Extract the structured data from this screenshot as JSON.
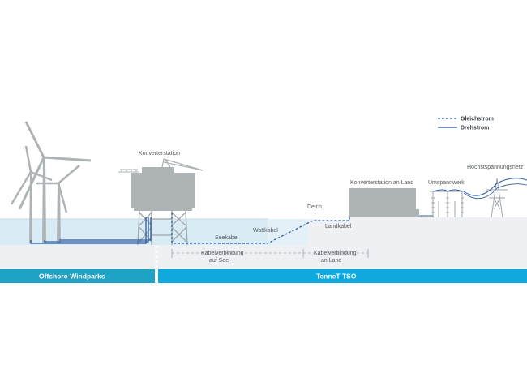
{
  "labels": {
    "converter_offshore": "Konverterstation",
    "deich": "Deich",
    "converter_land": "Konverterstation an Land",
    "umspannwerk": "Umspannwerk",
    "hoechstspannungsnetz": "Höchstspannungsnetz",
    "wattkabel": "Wattkabel",
    "seekabel": "Seekabel",
    "landkabel": "Landkabel",
    "span_see_line1": "Kabelverbindung",
    "span_see_line2": "auf See",
    "span_land_line1": "Kabelverbindung",
    "span_land_line2": "an Land"
  },
  "legend": {
    "dc": "Gleichstrom",
    "ac": "Drehstrom"
  },
  "bands": {
    "left": "Offshore-Windparks",
    "right": "TenneT TSO"
  },
  "colors": {
    "structure_gray": "#aeb3b6",
    "cable_blue": "#2c5aa0",
    "water_light": "#d9ecf6",
    "ground": "#eef0f3",
    "band_left": "#1ea2c6",
    "band_right": "#10a9de"
  }
}
